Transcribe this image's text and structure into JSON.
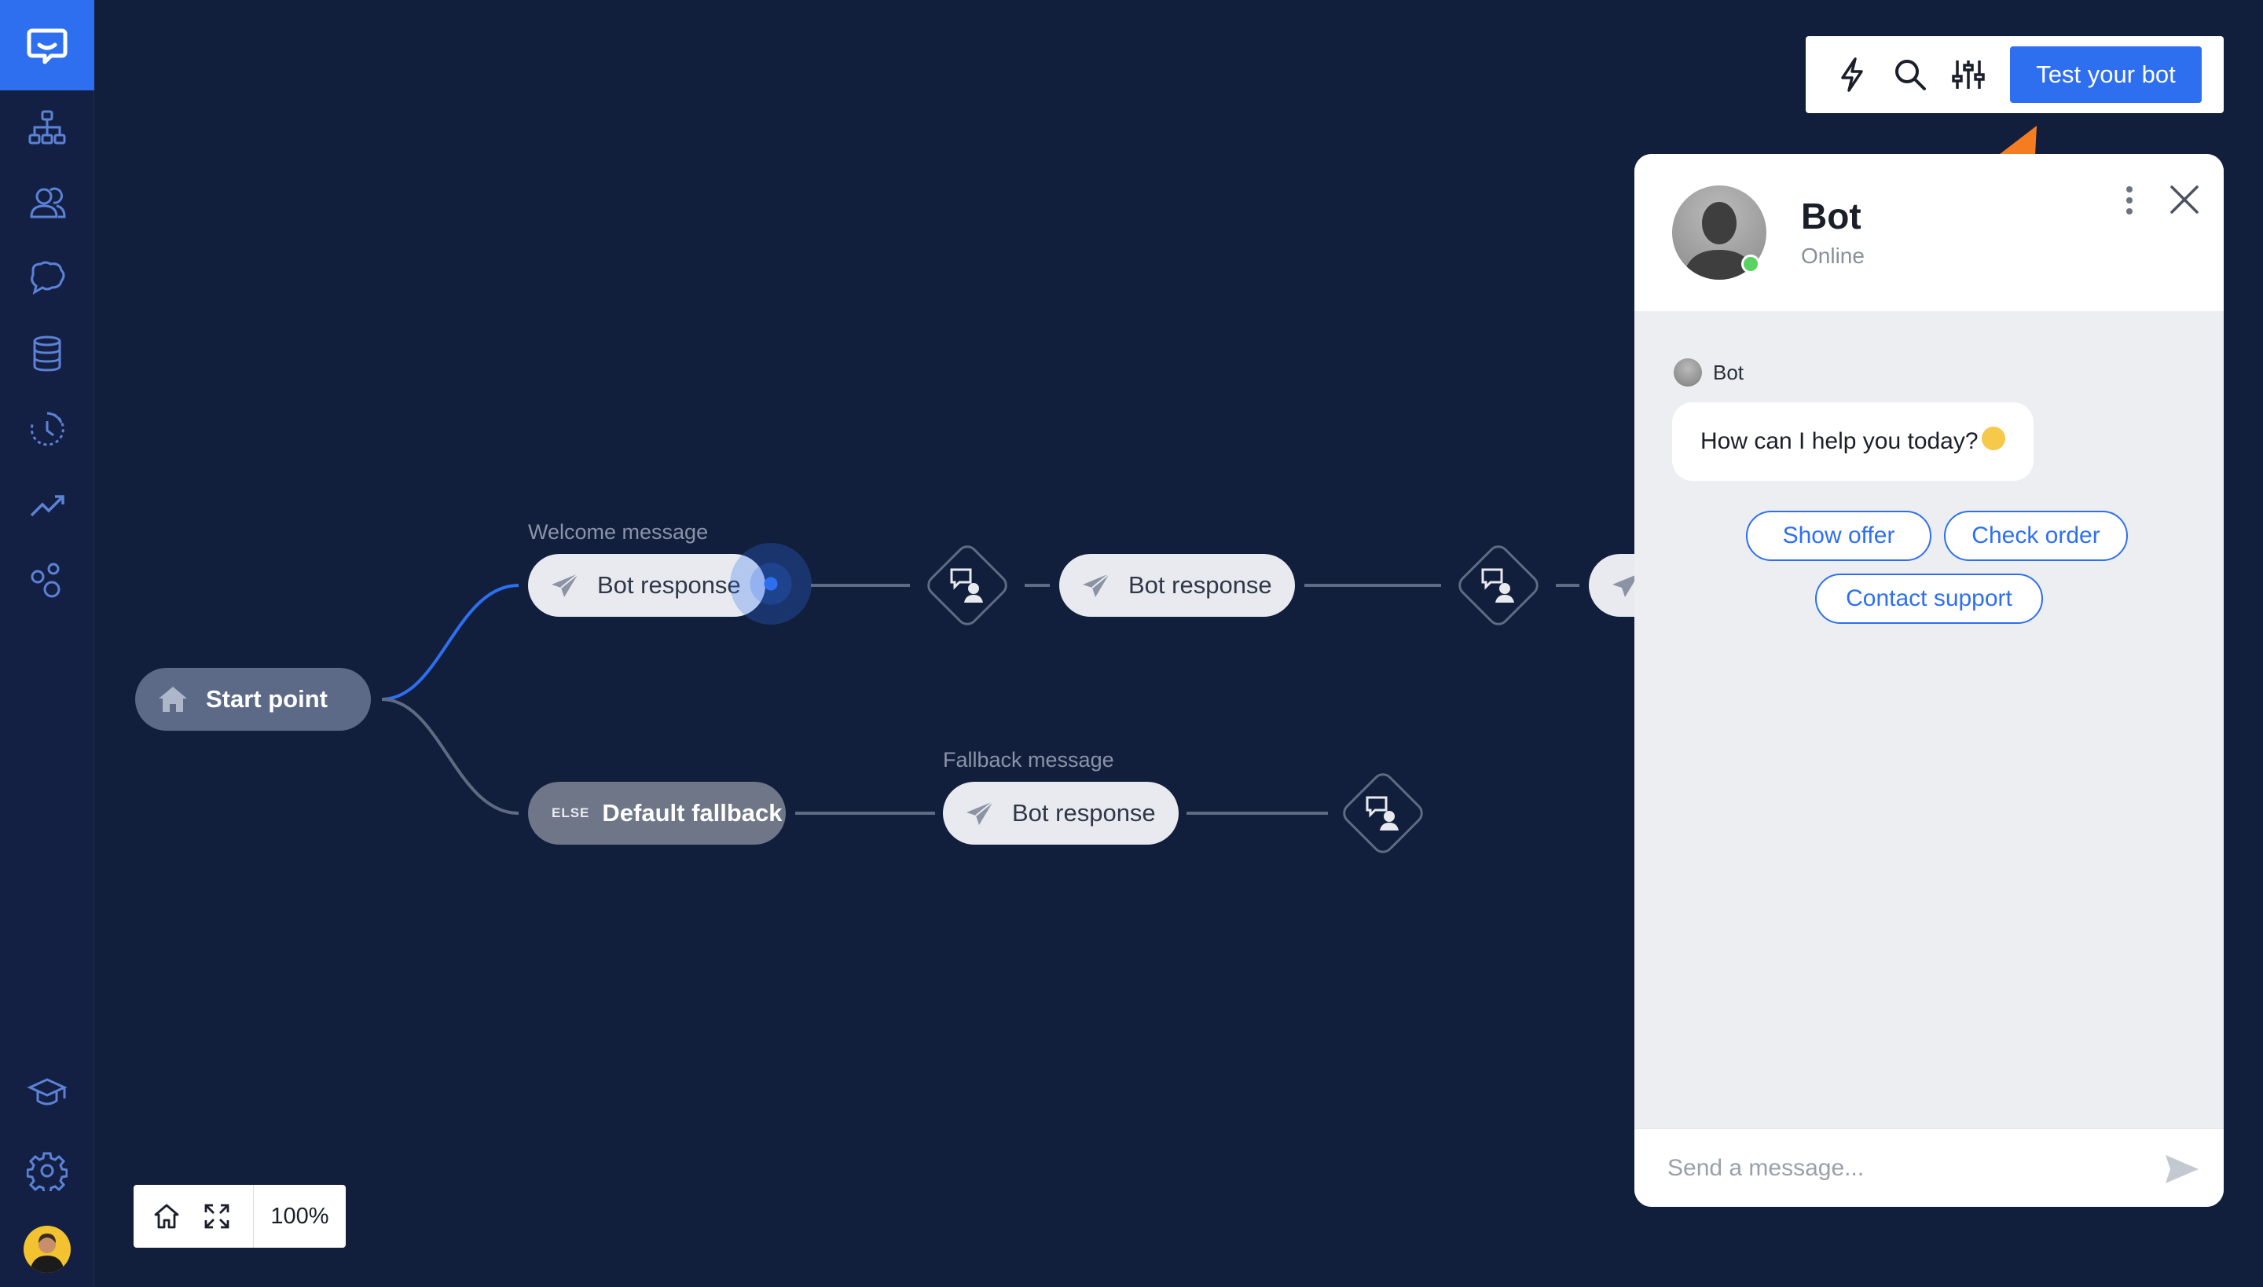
{
  "sidebar": {
    "items": [
      {
        "icon": "flow-icon"
      },
      {
        "icon": "users-icon"
      },
      {
        "icon": "chat-bubbles-icon"
      },
      {
        "icon": "database-icon"
      },
      {
        "icon": "history-icon"
      },
      {
        "icon": "analytics-icon"
      },
      {
        "icon": "integrations-icon"
      },
      {
        "icon": "academy-icon"
      },
      {
        "icon": "settings-icon"
      }
    ]
  },
  "flow": {
    "start_label": "Start point",
    "welcome_caption": "Welcome message",
    "welcome_response": "Bot response",
    "second_response": "Bot response",
    "fallback_tag": "ELSE",
    "fallback_label": "Default fallback",
    "fallback_caption": "Fallback message",
    "fallback_response": "Bot response"
  },
  "toolbar": {
    "test_label": "Test your bot",
    "icons": [
      "lightning-icon",
      "search-icon",
      "sliders-icon"
    ]
  },
  "chat": {
    "name": "Bot",
    "status": "Online",
    "sender": "Bot",
    "message": "How can I help you today?",
    "quick_replies": [
      "Show offer",
      "Check order",
      "Contact support"
    ],
    "input_placeholder": "Send a message..."
  },
  "zoom": {
    "level": "100%"
  },
  "colors": {
    "background": "#121f3c",
    "accent": "#2e6ff0",
    "arrow": "#f57c1f",
    "online": "#59d163"
  }
}
